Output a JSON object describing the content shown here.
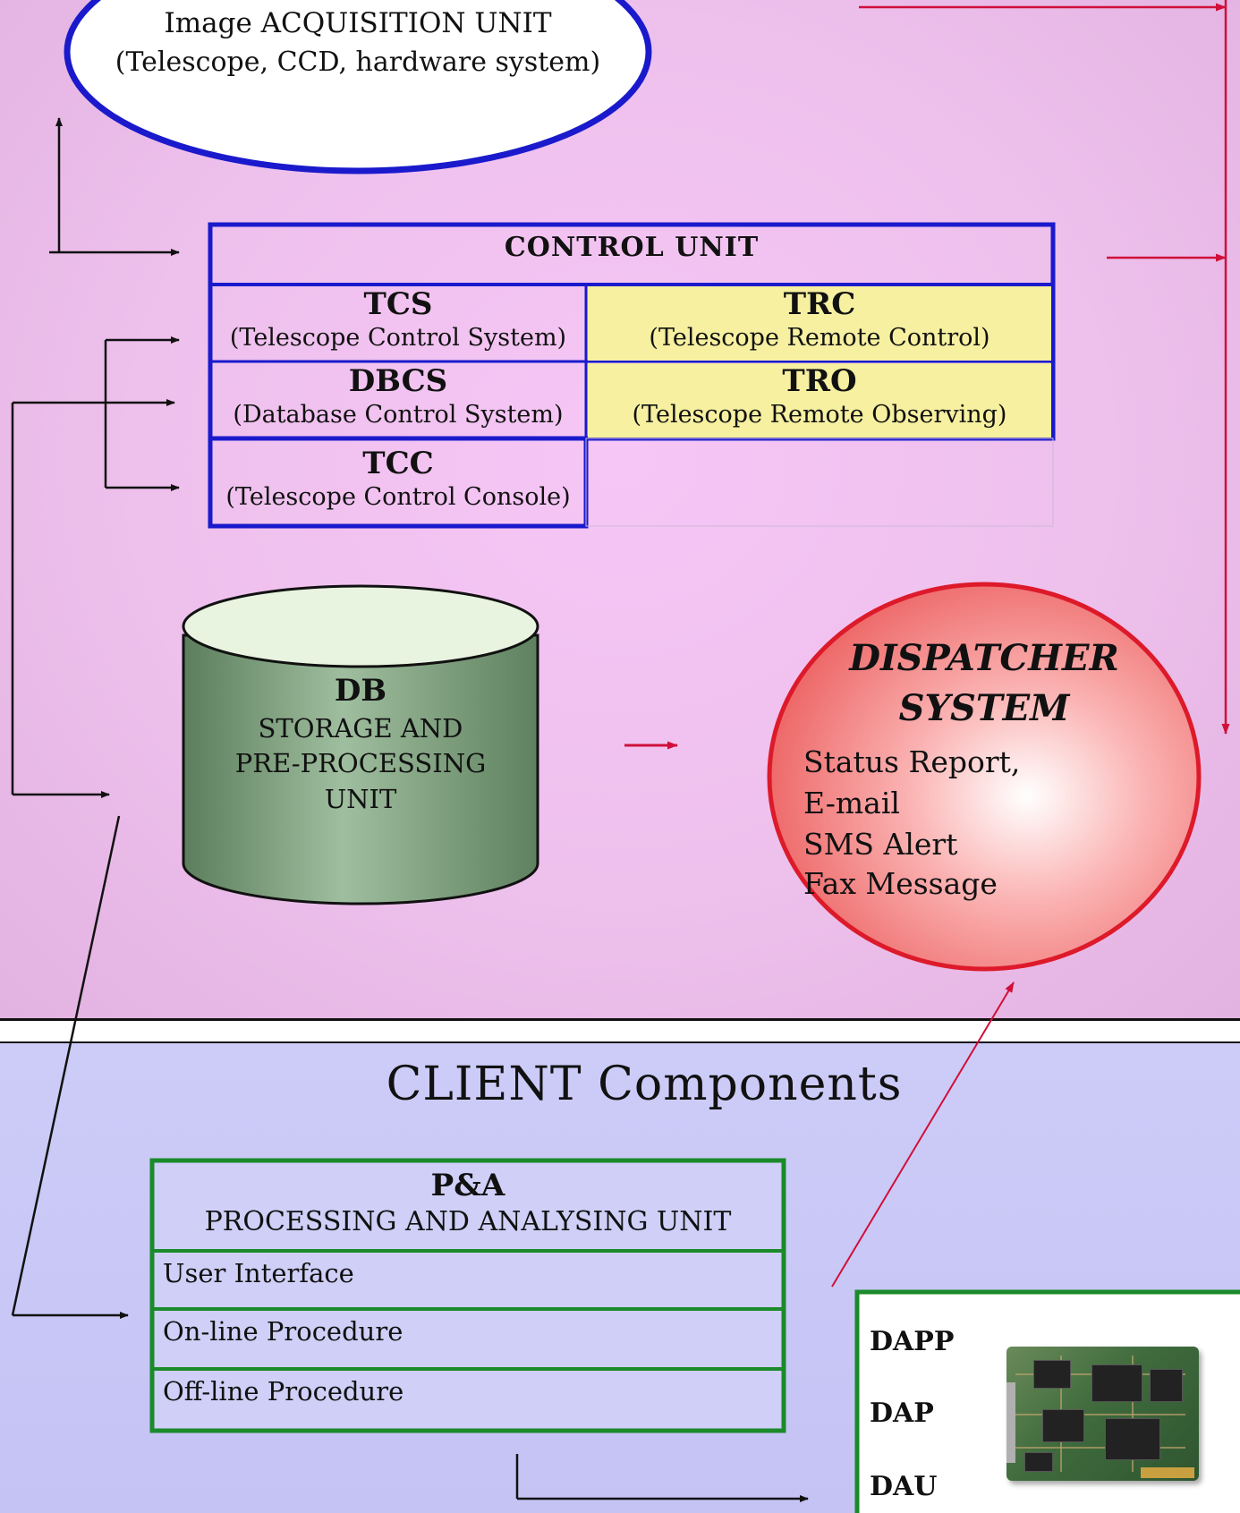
{
  "acquisition": {
    "line1": "Image ACQUISITION UNIT",
    "line2": "(Telescope, CCD, hardware system)"
  },
  "control_unit": {
    "title": "CONTROL UNIT",
    "tcs": {
      "name": "TCS",
      "desc": "(Telescope Control System)"
    },
    "trc": {
      "name": "TRC",
      "desc": "(Telescope Remote Control)"
    },
    "dbcs": {
      "name": "DBCS",
      "desc": "(Database Control System)"
    },
    "tro": {
      "name": "TRO",
      "desc": "(Telescope Remote Observing)"
    },
    "tcc": {
      "name": "TCC",
      "desc": "(Telescope Control Console)"
    }
  },
  "db": {
    "title": "DB",
    "line1": "STORAGE AND",
    "line2": "PRE-PROCESSING",
    "line3": "UNIT"
  },
  "dispatcher": {
    "title1": "DISPATCHER",
    "title2": "SYSTEM",
    "items": [
      "Status Report,",
      "E-mail",
      "SMS Alert",
      "Fax Message"
    ]
  },
  "client": {
    "heading": "CLIENT Components",
    "pa_title": "P&A",
    "pa_subtitle": "PROCESSING AND ANALYSING UNIT",
    "rows": [
      "User Interface",
      "On-line Procedure",
      "Off-line Procedure"
    ]
  },
  "daq": {
    "labels": [
      "DAPP",
      "DAP",
      "DAU"
    ]
  },
  "colors": {
    "server_bg": "#f0c0ee",
    "client_bg": "#c8c8f6",
    "control_border": "#1a1acc",
    "highlight_cell": "#f6f0a0",
    "acquisition_border": "#1a1acc",
    "db_cylinder": "#7da07d",
    "dispatcher": "#f07070",
    "pa_border": "#1a8a2a",
    "arrow_black": "#111111",
    "arrow_red": "#d0103a"
  }
}
